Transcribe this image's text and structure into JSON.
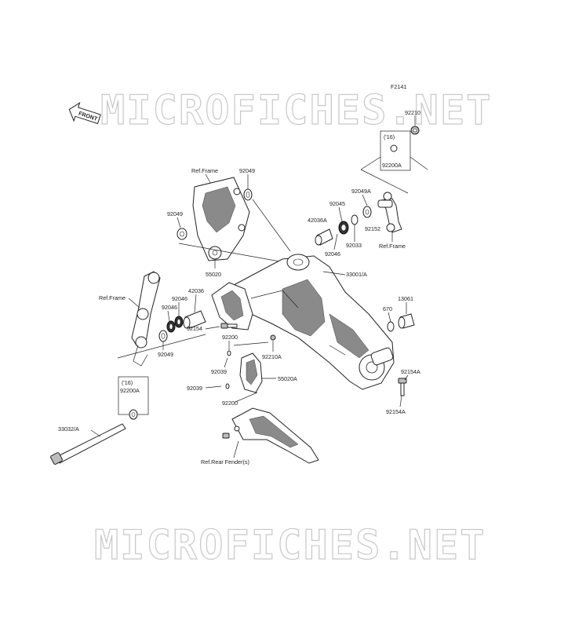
{
  "figure_code": "F2141",
  "front_badge": "FRONT",
  "watermark_text": "MICROFICHES.NET",
  "year_note": "('16)",
  "labels": {
    "p92210_top": "92210",
    "p92200a_top": "92200A",
    "ref_frame_top": "Ref.Frame",
    "p92049_a": "92049",
    "p92049_b": "92049",
    "p92049a": "92049A",
    "p92045": "92045",
    "p42036a": "42036A",
    "p92033": "92033",
    "p92046_r": "92046",
    "p92152": "92152",
    "ref_frame_right": "Ref.Frame",
    "p55020": "55020",
    "p33001a": "33001/A",
    "p42036": "42036",
    "p92046_l1": "92046",
    "p92046_l2": "92046",
    "ref_frame_left": "Ref.Frame",
    "p670": "670",
    "p13061": "13061",
    "p92154": "92154",
    "p92049_c": "92049",
    "p92200_a": "92200",
    "p92210a": "92210A",
    "p92154a_1": "92154A",
    "p92039_a": "92039",
    "p55020a": "55020A",
    "p92039_b": "92039",
    "p92200a_bottom": "92200A",
    "p92200_b": "92200",
    "p92154a_2": "92154A",
    "p33032a": "33032/A",
    "ref_rear_fender": "Ref.Rear Fender(s)"
  }
}
